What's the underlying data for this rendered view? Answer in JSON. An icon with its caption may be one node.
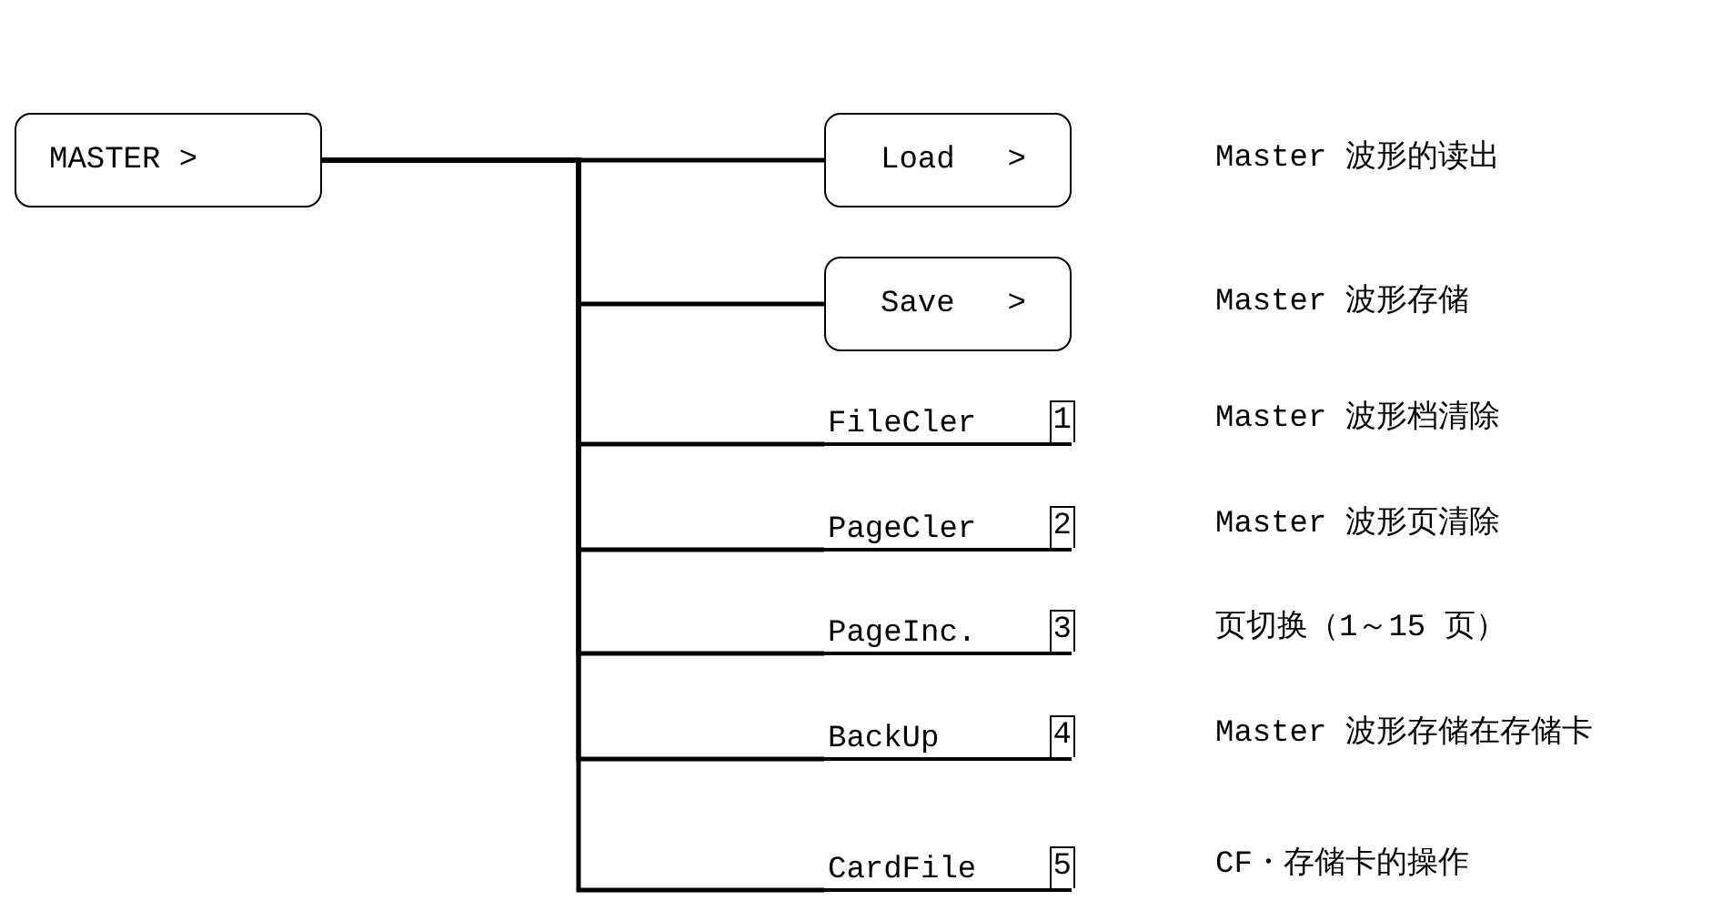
{
  "diagram": {
    "nodes": [
      {
        "text": [
          "MASTER >"
        ]
      },
      {
        "text": [
          "Load",
          ">"
        ]
      },
      {
        "text": [
          "Save",
          ">"
        ]
      },
      {
        "text": [
          "FileCler",
          "1"
        ]
      },
      {
        "text": [
          "PageCler",
          "2"
        ]
      },
      {
        "text": [
          "PageInc.",
          "3"
        ]
      },
      {
        "text": [
          "BackUp",
          "4"
        ]
      },
      {
        "text": [
          "CardFile",
          "5"
        ]
      }
    ],
    "edges": [
      {
        "from": 0,
        "to": 1,
        "arrow": "none"
      },
      {
        "from": 0,
        "to": 2,
        "arrow": "none"
      },
      {
        "from": 0,
        "to": 3,
        "arrow": "none"
      },
      {
        "from": 0,
        "to": 4,
        "arrow": "none"
      },
      {
        "from": 0,
        "to": 5,
        "arrow": "none"
      },
      {
        "from": 0,
        "to": 6,
        "arrow": "none"
      },
      {
        "from": 0,
        "to": 7,
        "arrow": "none"
      }
    ],
    "labels": [
      "Master 波形的读出",
      "Master 波形存储",
      "Master 波形档清除",
      "Master 波形页清除",
      "页切换（1～15 页）",
      "Master 波形存储在存储卡",
      "CF・存储卡的操作"
    ]
  }
}
